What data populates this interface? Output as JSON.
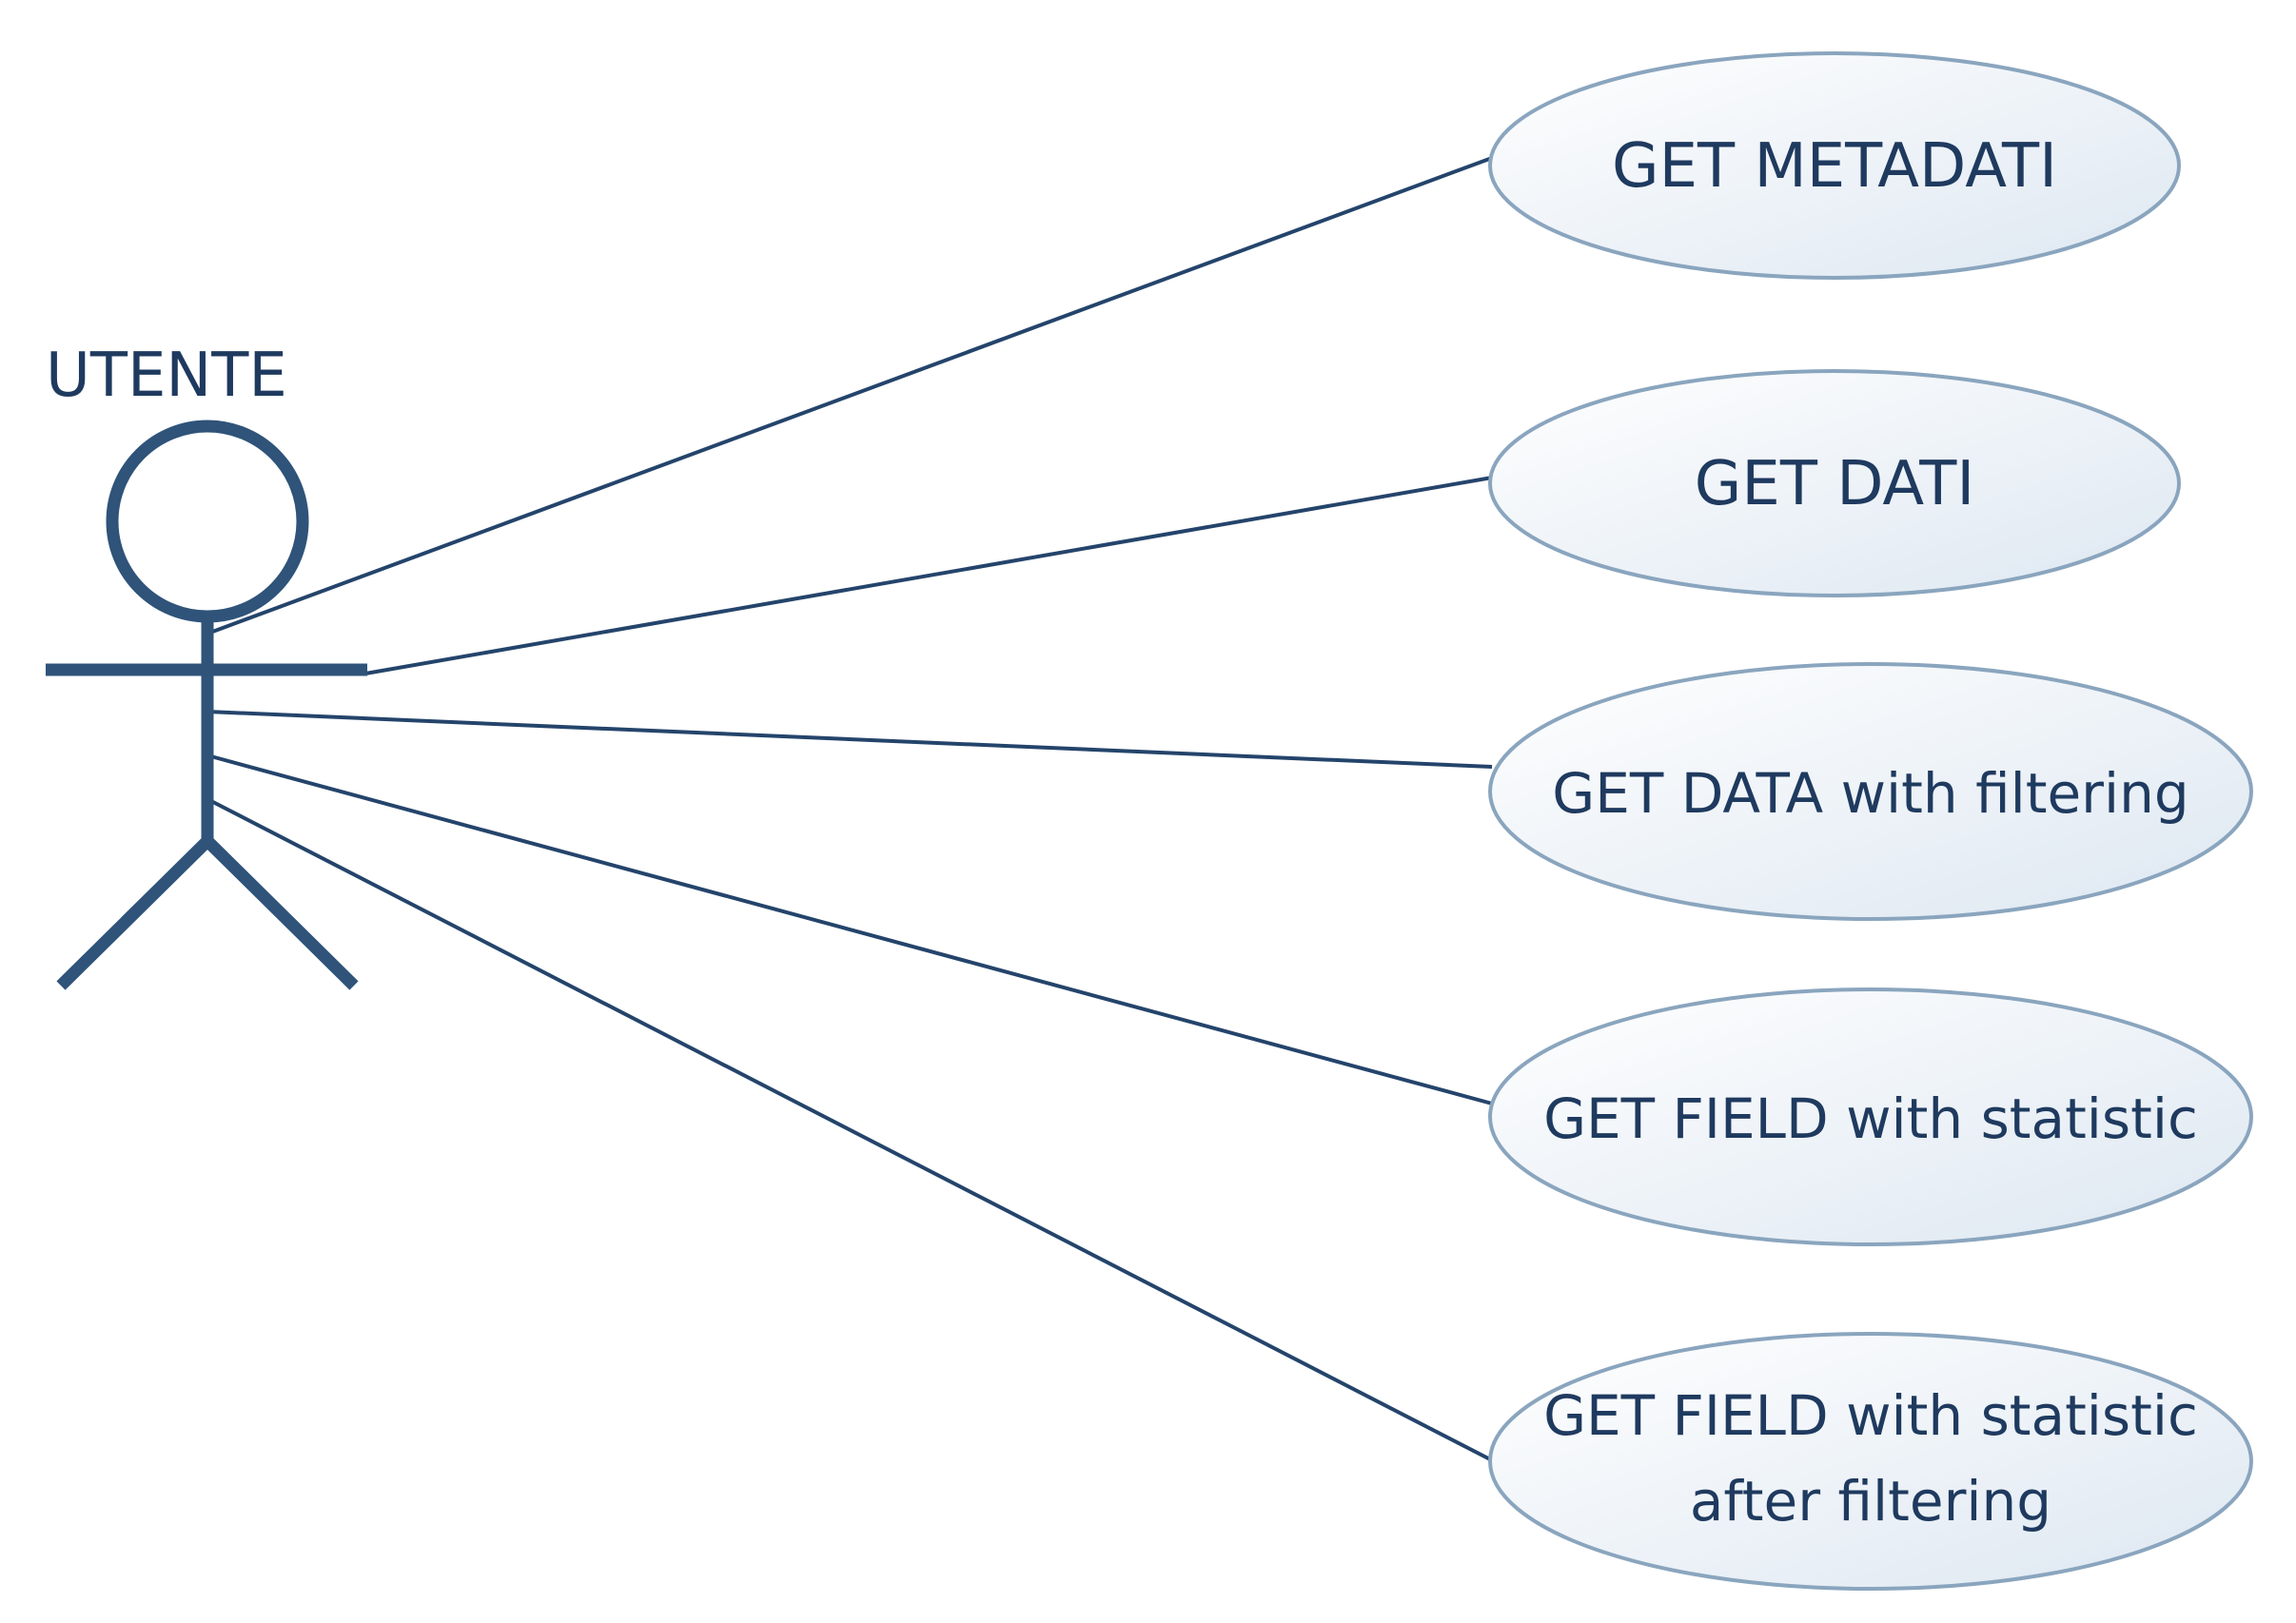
{
  "actor": {
    "name": "UTENTE"
  },
  "use_cases": [
    {
      "lines": [
        "GET METADATI"
      ]
    },
    {
      "lines": [
        "GET DATI"
      ]
    },
    {
      "lines": [
        "GET DATA with filtering"
      ]
    },
    {
      "lines": [
        "GET FIELD with statistic"
      ]
    },
    {
      "lines": [
        "GET FIELD with statistic",
        "after filtering"
      ]
    }
  ],
  "colors": {
    "stroke": "#2f5379",
    "text": "#1f3a5f",
    "ellipse_border": "#8aa5be"
  }
}
